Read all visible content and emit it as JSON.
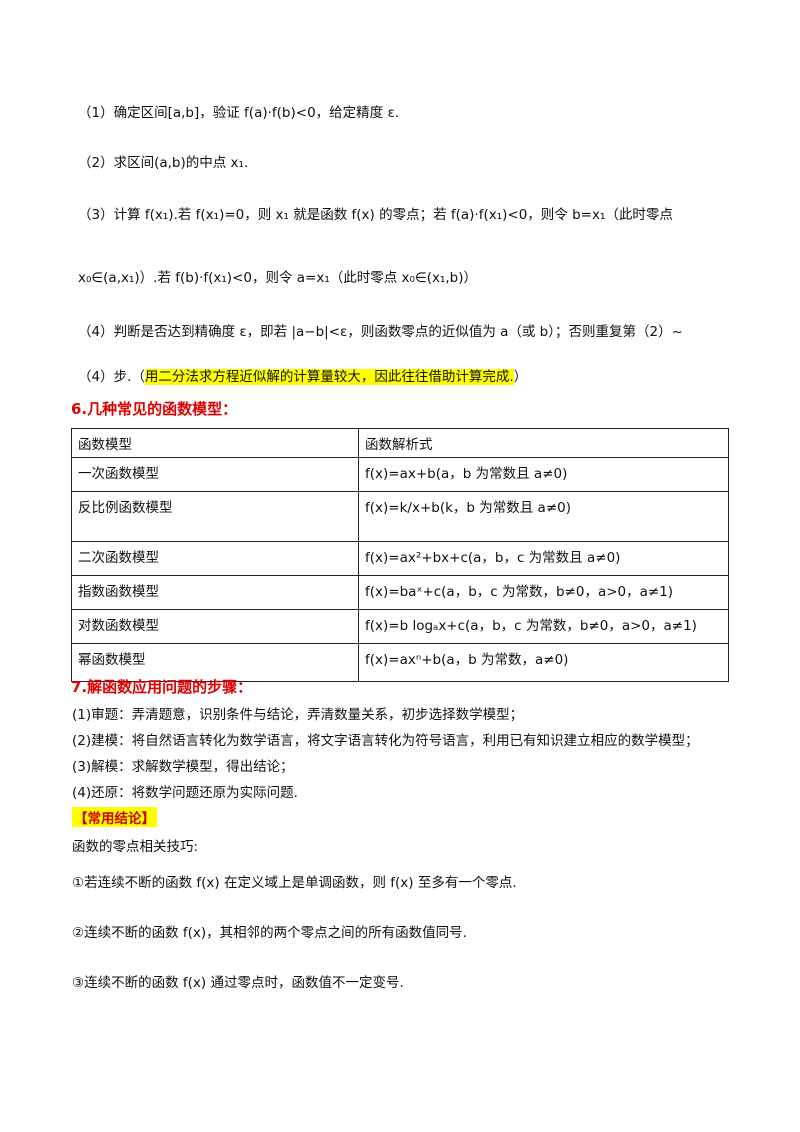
{
  "bisection_steps": [
    {
      "text": "（1）确定区间[a,b]，验证 f(a)·f(b)<0，给定精度 ε."
    },
    {
      "text": "（2）求区间(a,b)的中点 x₁."
    },
    {
      "text": "（3）计算 f(x₁).若 f(x₁)=0，则 x₁ 就是函数 f(x) 的零点；若 f(a)·f(x₁)<0，则令 b=x₁（此时零点"
    },
    {
      "text": "x₀∈(a,x₁)）.若 f(b)·f(x₁)<0，则令 a=x₁（此时零点 x₀∈(x₁,b)）"
    },
    {
      "text": "（4）判断是否达到精确度 ε，即若 |a−b|<ε，则函数零点的近似值为 a（或 b）；否则重复第（2）~"
    },
    {
      "prefix": "（4）步.（",
      "highlight": "用二分法求方程近似解的计算量较大，因此往往借助计算完成.",
      "suffix": "）"
    }
  ],
  "section6": {
    "title": "6.几种常见的函数模型：",
    "headers": [
      "函数模型",
      "函数解析式"
    ],
    "rows": [
      {
        "model": "一次函数模型",
        "formula": "f(x)=ax+b(a，b 为常数且 a≠0)"
      },
      {
        "model": "反比例函数模型",
        "formula": "f(x)=k/x+b(k，b 为常数且 a≠0)"
      },
      {
        "model": "二次函数模型",
        "formula": "f(x)=ax²+bx+c(a，b，c 为常数且 a≠0)"
      },
      {
        "model": "指数函数模型",
        "formula": "f(x)=baˣ+c(a，b，c 为常数，b≠0，a>0，a≠1)"
      },
      {
        "model": "对数函数模型",
        "formula": "f(x)=b logₐx+c(a，b，c 为常数，b≠0，a>0，a≠1)"
      },
      {
        "model": "幂函数模型",
        "formula": "f(x)=axⁿ+b(a，b 为常数，a≠0)"
      }
    ]
  },
  "section7": {
    "title": "7.解函数应用问题的步骤：",
    "steps": [
      "(1)审题：弄清题意，识别条件与结论，弄清数量关系，初步选择数学模型；",
      "(2)建模：将自然语言转化为数学语言，将文字语言转化为符号语言，利用已有知识建立相应的数学模型；",
      "(3)解模：求解数学模型，得出结论；",
      "(4)还原：将数学问题还原为实际问题."
    ]
  },
  "conclusion": {
    "tag": "【常用结论】",
    "intro": "函数的零点相关技巧:",
    "items": [
      "①若连续不断的函数 f(x) 在定义域上是单调函数，则 f(x) 至多有一个零点.",
      "②连续不断的函数 f(x)，其相邻的两个零点之间的所有函数值同号.",
      "③连续不断的函数 f(x) 通过零点时，函数值不一定变号."
    ]
  },
  "colors": {
    "section_title": "#e00000",
    "highlight": "#ffff00",
    "tag_text": "#d00000"
  }
}
